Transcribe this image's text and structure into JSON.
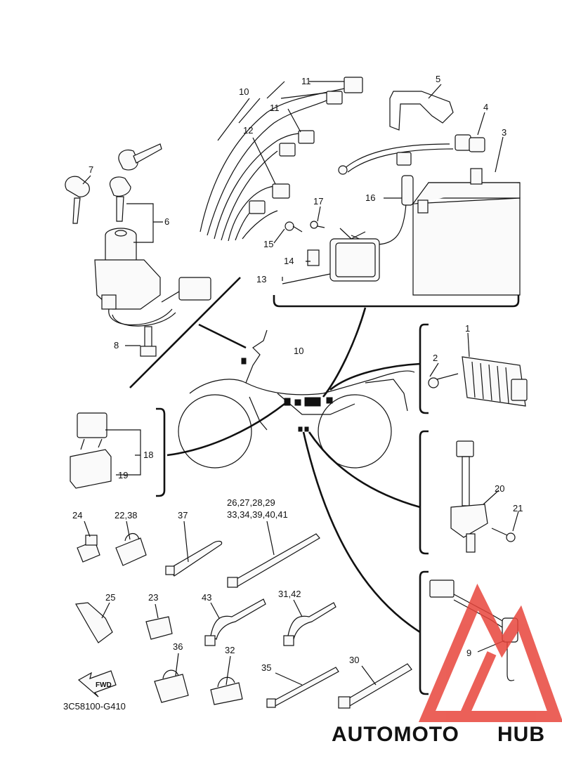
{
  "diagram_code": "3C58100-G410",
  "fwd_label": "FWD",
  "watermark": {
    "left": "AUTOMOTO",
    "right": "HUB",
    "accent": "#e8453c",
    "secondary": "#f0a24e",
    "dark": "#4a4a4a"
  },
  "callouts": {
    "c1": "1",
    "c2": "2",
    "c3": "3",
    "c4": "4",
    "c5": "5",
    "c6": "6",
    "c7": "7",
    "c8": "8",
    "c9": "9",
    "c10a": "10",
    "c10b": "10",
    "c11a": "11",
    "c11b": "11",
    "c12": "12",
    "c13": "13",
    "c14": "14",
    "c15": "15",
    "c16": "16",
    "c17": "17",
    "c18": "18",
    "c19": "19",
    "c20": "20",
    "c21": "21",
    "c22_38": "22,38",
    "c23": "23",
    "c24": "24",
    "c25": "25",
    "c26_29": "26,27,28,29",
    "c33_41": "33,34,39,40,41",
    "c30": "30",
    "c31_42": "31,42",
    "c32": "32",
    "c35": "35",
    "c36": "36",
    "c37": "37",
    "c43": "43"
  }
}
